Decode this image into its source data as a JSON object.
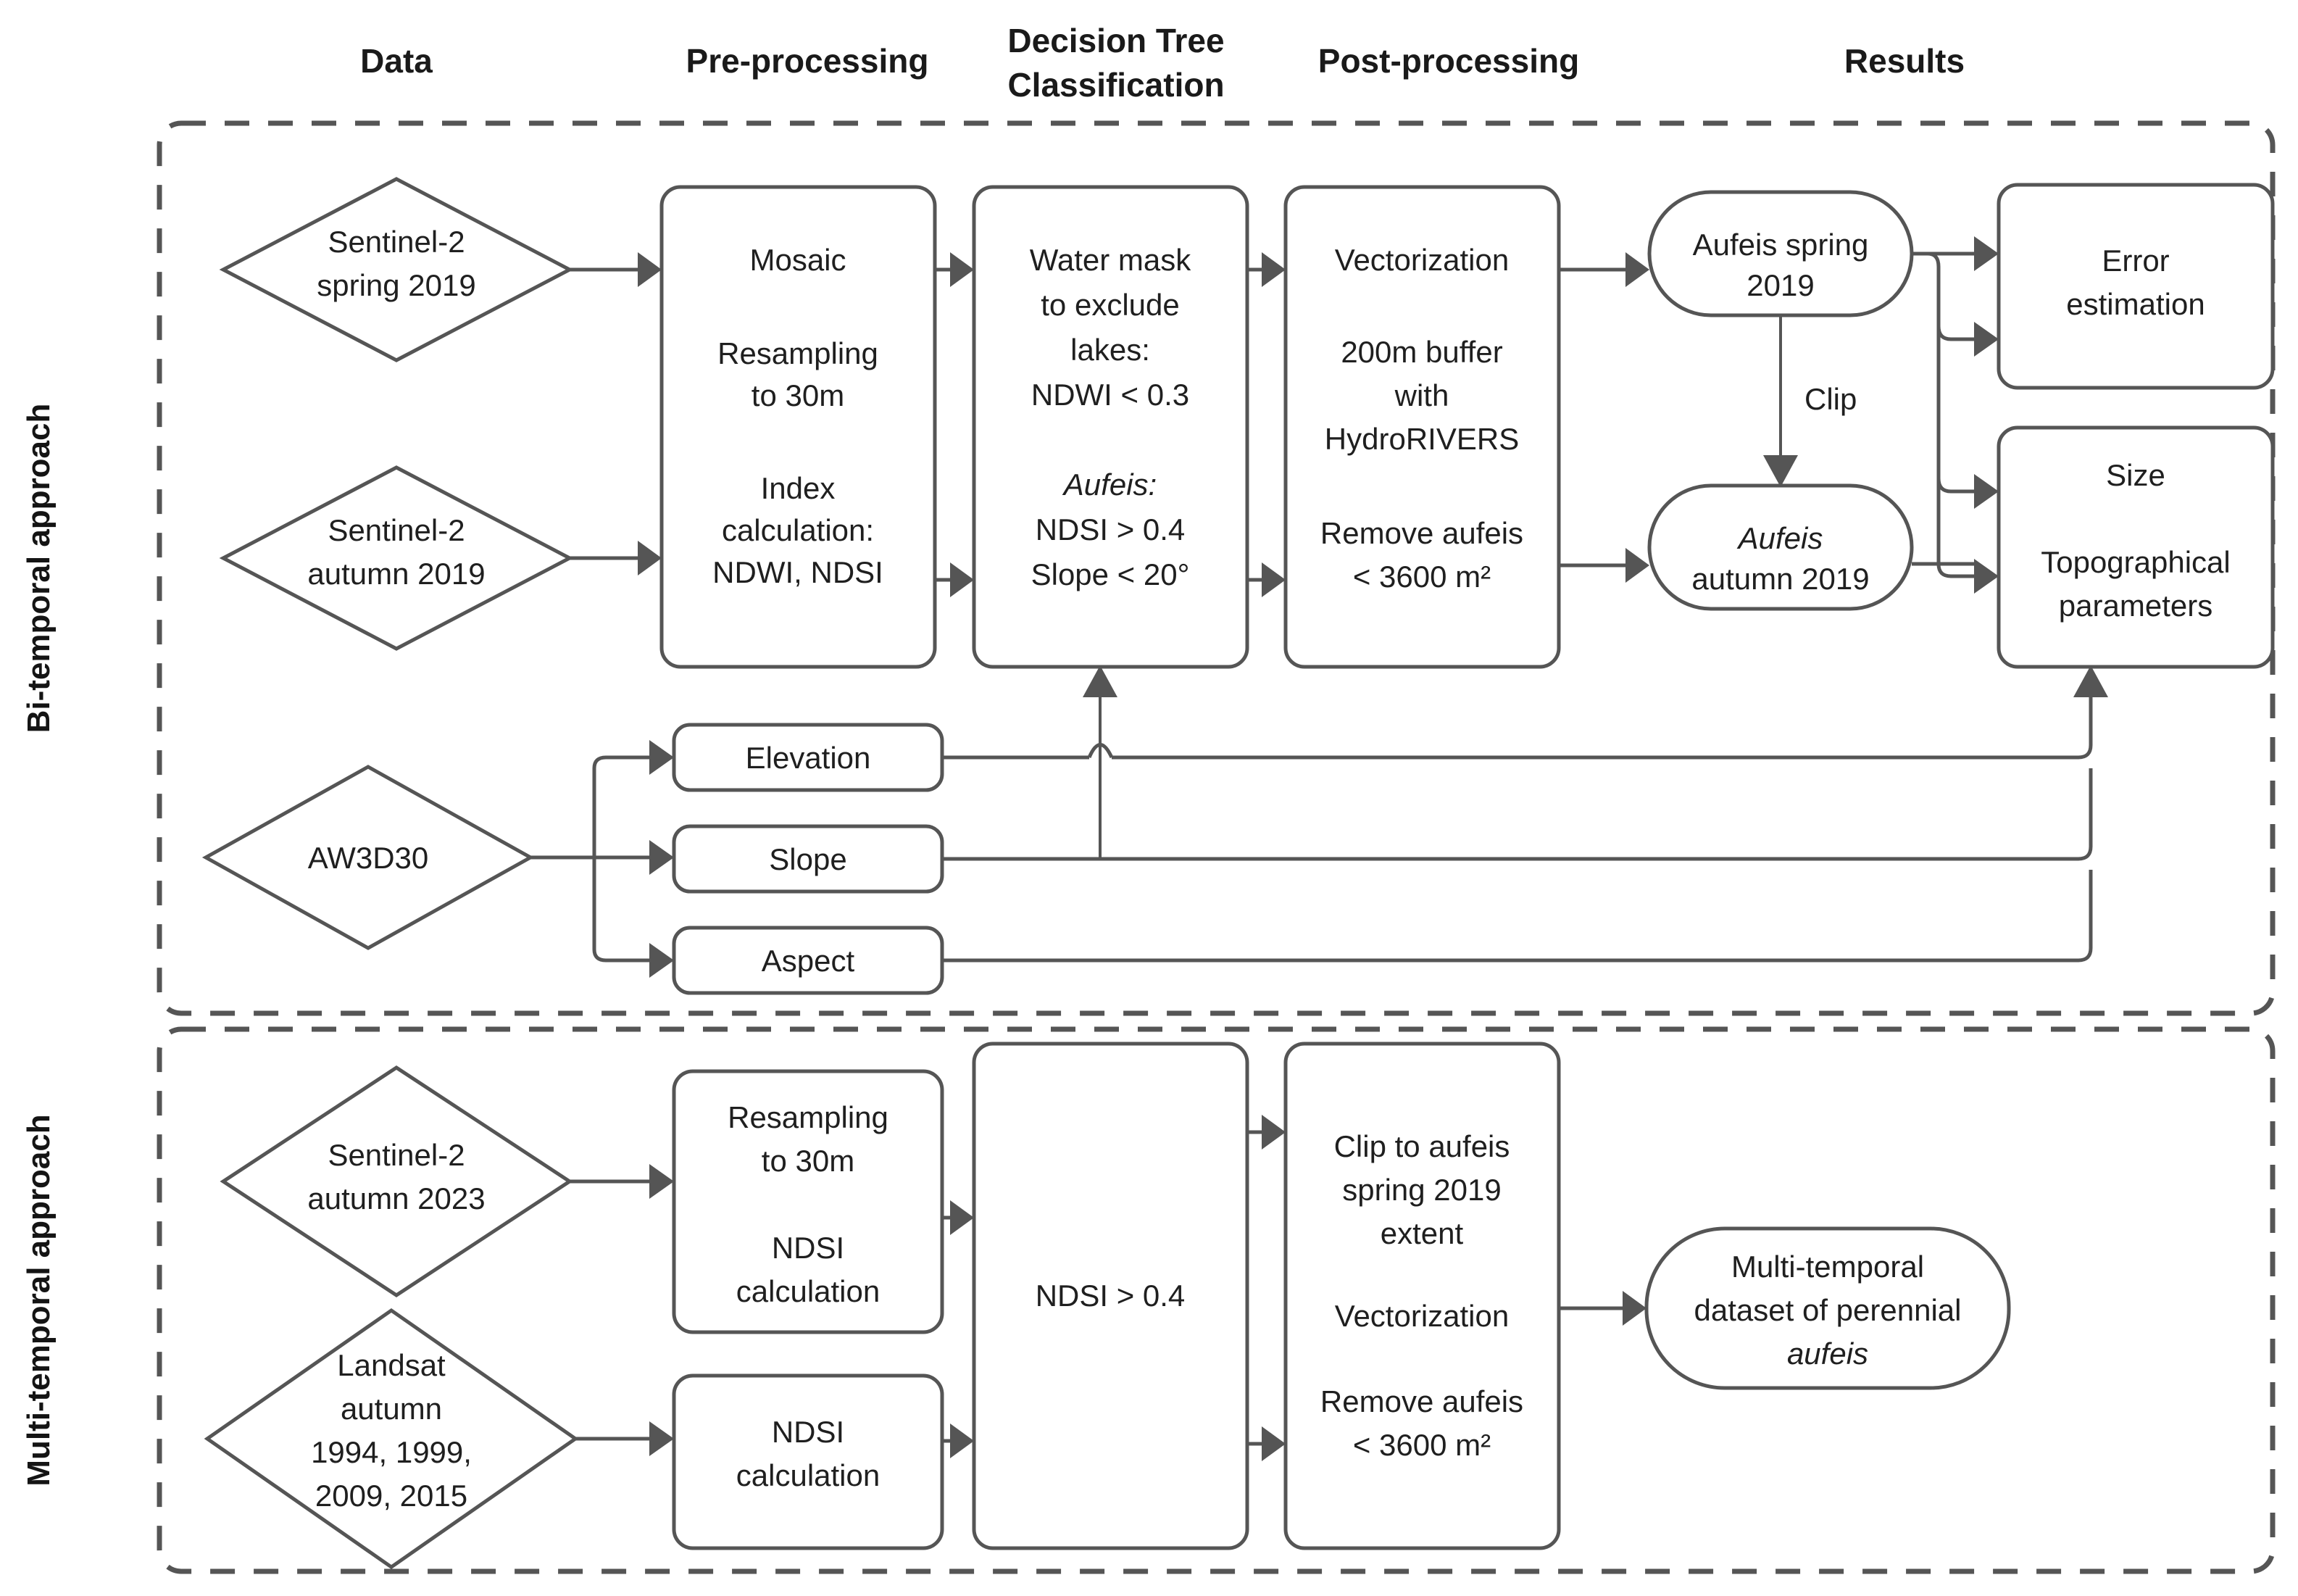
{
  "headers": [
    {
      "label": "Data"
    },
    {
      "label": "Pre-processing"
    },
    {
      "label": "Decision Tree",
      "label2": "Classification"
    },
    {
      "label": "Post-processing"
    },
    {
      "label": "Results"
    }
  ],
  "side_labels": {
    "bitemporal": "Bi-temporal approach",
    "multitemporal": "Multi-temporal approach"
  },
  "bitemporal": {
    "data": [
      {
        "name": "sentinel2-spring-2019",
        "lines": [
          "Sentinel-2",
          "spring 2019"
        ]
      },
      {
        "name": "sentinel2-autumn-2019",
        "lines": [
          "Sentinel-2",
          "autumn 2019"
        ]
      },
      {
        "name": "aw3d30",
        "lines": [
          "AW3D30"
        ]
      }
    ],
    "preprocessing": {
      "name": "mosaic-resampling-index",
      "lines": [
        "Mosaic",
        "",
        "Resampling",
        "to 30m",
        "",
        "Index",
        "calculation:",
        "NDWI, NDSI"
      ]
    },
    "dem_products": [
      {
        "name": "elevation",
        "label": "Elevation"
      },
      {
        "name": "slope",
        "label": "Slope"
      },
      {
        "name": "aspect",
        "label": "Aspect"
      }
    ],
    "decision_tree": {
      "name": "water-mask-aufeis-rules",
      "lines": [
        {
          "t": "Water mask",
          "i": false
        },
        {
          "t": "to exclude",
          "i": false
        },
        {
          "t": "lakes:",
          "i": false
        },
        {
          "t": "NDWI < 0.3",
          "i": false
        },
        {
          "t": "",
          "i": false
        },
        {
          "t": "Aufeis:",
          "i": true
        },
        {
          "t": "NDSI > 0.4",
          "i": false
        },
        {
          "t": "Slope < 20°",
          "i": false
        }
      ]
    },
    "postprocessing": {
      "name": "vectorization-buffer-remove",
      "lines": [
        {
          "t": "Vectorization",
          "i": false
        },
        {
          "t": "",
          "i": false
        },
        {
          "t": "200m buffer",
          "i": false
        },
        {
          "t": "with",
          "i": false
        },
        {
          "t": "HydroRIVERS",
          "i": false
        },
        {
          "t": "",
          "i": false
        },
        {
          "t": "Remove ",
          "i": false,
          "t2": "aufeis",
          "i2": true
        },
        {
          "t": "< 3600 m²",
          "i": false
        }
      ]
    },
    "results_pills": [
      {
        "name": "aufeis-spring-2019",
        "l1": "Aufeis",
        "l1i": true,
        "l1b": " spring",
        "l2": "2019"
      },
      {
        "name": "aufeis-autumn-2019",
        "l1": "Aufeis",
        "l1i": true,
        "l1b": "",
        "l2": "autumn 2019"
      }
    ],
    "results_boxes": [
      {
        "name": "error-estimation",
        "lines": [
          "Error",
          "estimation"
        ]
      },
      {
        "name": "size-topographical-parameters",
        "lines": [
          "Size",
          "",
          "Topographical",
          "parameters"
        ]
      }
    ],
    "clip_label": "Clip"
  },
  "multitemporal": {
    "data": [
      {
        "name": "sentinel2-autumn-2023",
        "lines": [
          "Sentinel-2",
          "autumn 2023"
        ]
      },
      {
        "name": "landsat-autumn",
        "lines": [
          "Landsat",
          "autumn",
          "1994, 1999,",
          "2009, 2015"
        ]
      }
    ],
    "preprocessing": [
      {
        "name": "resampling-ndsi",
        "lines": [
          "Resampling",
          "to 30m",
          "",
          "NDSI",
          "calculation"
        ]
      },
      {
        "name": "ndsi-calculation",
        "lines": [
          "NDSI",
          "calculation"
        ]
      }
    ],
    "decision_tree": {
      "name": "ndsi-threshold",
      "lines": [
        "NDSI > 0.4"
      ]
    },
    "postprocessing": {
      "name": "clip-vectorize-remove",
      "lines": [
        {
          "t": "Clip to ",
          "i": false,
          "t2": "aufeis",
          "i2": true
        },
        {
          "t": "spring 2019",
          "i": false
        },
        {
          "t": "extent",
          "i": false
        },
        {
          "t": "",
          "i": false
        },
        {
          "t": "Vectorization",
          "i": false
        },
        {
          "t": "",
          "i": false
        },
        {
          "t": "Remove ",
          "i": false,
          "t2": "aufeis",
          "i2": true
        },
        {
          "t": "< 3600 m²",
          "i": false
        }
      ]
    },
    "result_pill": {
      "name": "multitemporal-dataset",
      "lines": [
        {
          "t": "Multi-temporal",
          "i": false
        },
        {
          "t": "dataset of perennial",
          "i": false
        },
        {
          "t": "aufeis",
          "i": true
        }
      ]
    }
  },
  "colors": {
    "stroke": "#555555",
    "text": "#1f1f1f",
    "background": "#ffffff"
  }
}
